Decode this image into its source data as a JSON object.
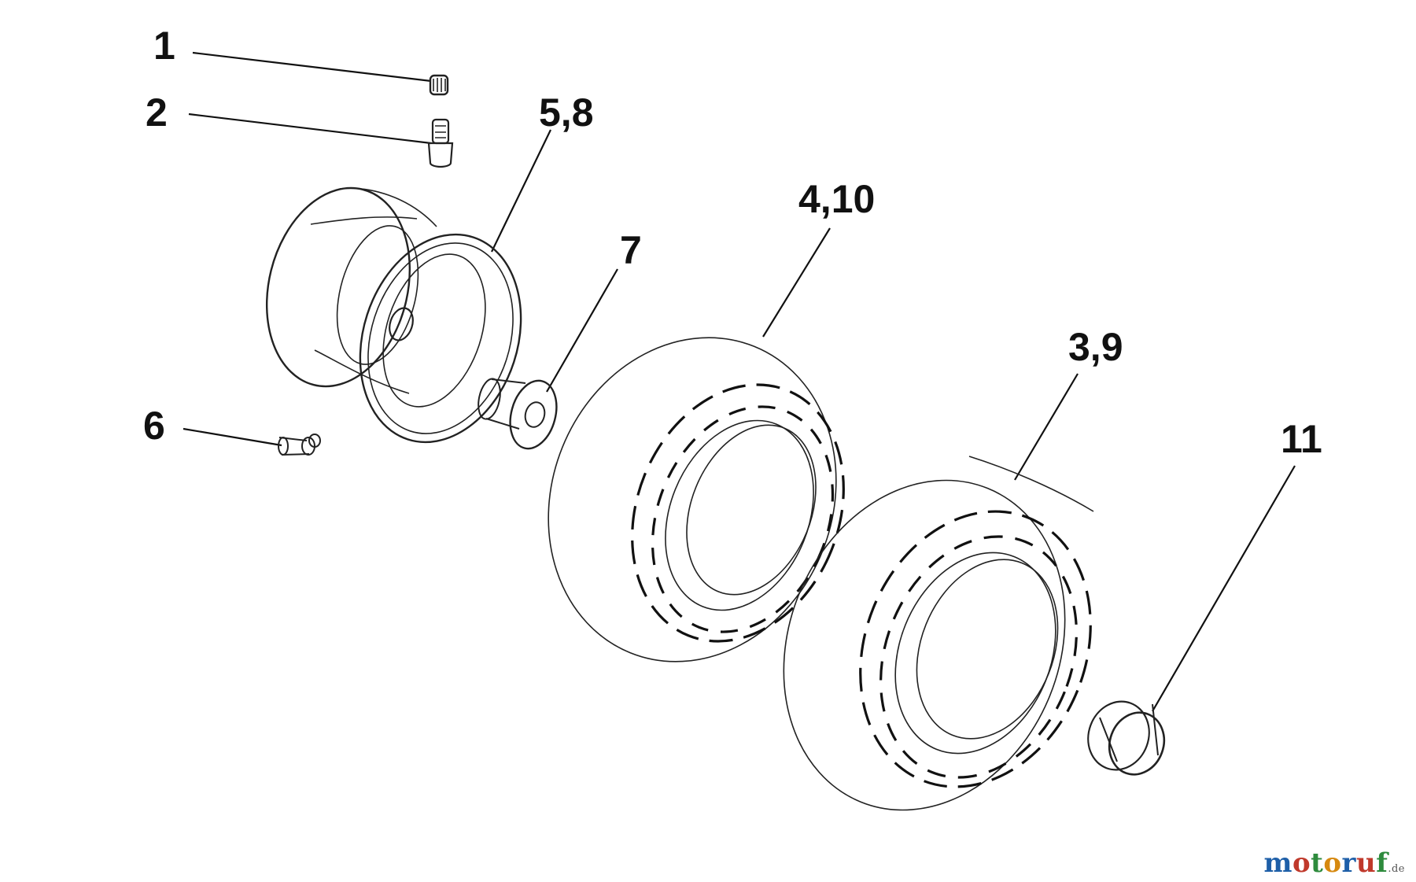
{
  "callouts": {
    "c1": "1",
    "c2": "2",
    "c58": "5,8",
    "c410": "4,10",
    "c7": "7",
    "c39": "3,9",
    "c6": "6",
    "c11": "11"
  },
  "watermark": {
    "letters": [
      "m",
      "o",
      "t",
      "o",
      "r",
      "u",
      "f"
    ],
    "suffix": ".de",
    "colors": [
      "#1e5fa8",
      "#c0392b",
      "#2e8b3d",
      "#d68910",
      "#1e5fa8",
      "#c0392b",
      "#2e8b3d"
    ]
  }
}
